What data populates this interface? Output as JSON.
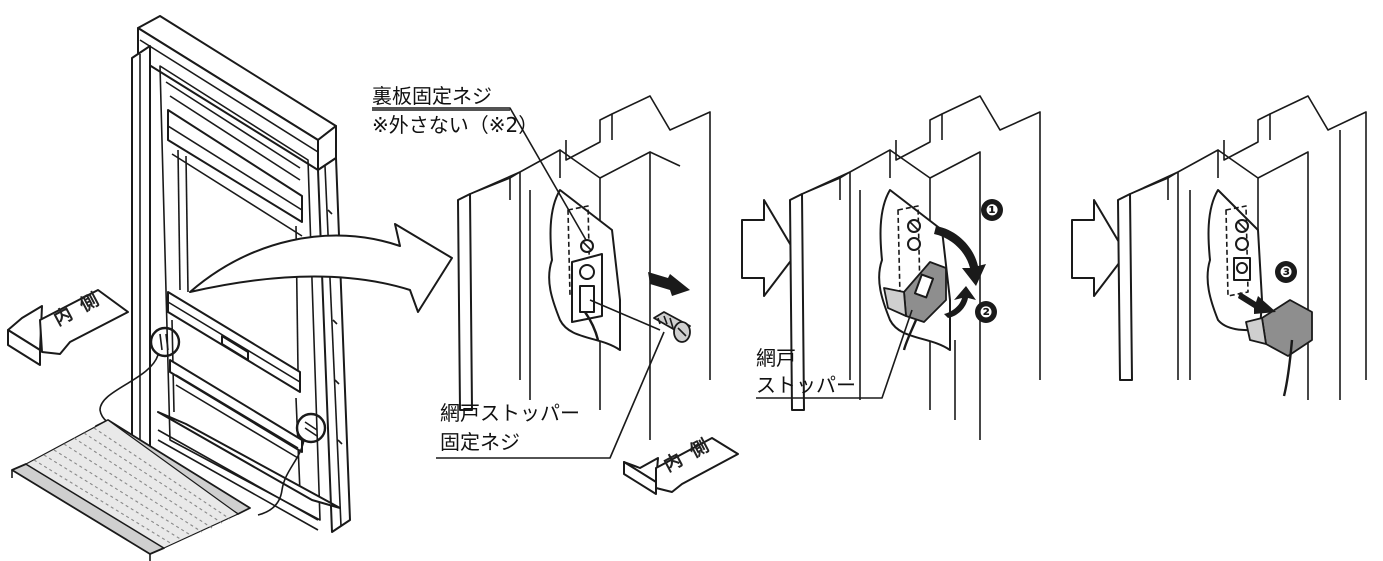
{
  "labels": {
    "back_plate_screw_line1": "裏板固定ネジ",
    "back_plate_screw_line2": "※外さない（※2）",
    "stopper_screw_line1": "網戸ストッパー",
    "stopper_screw_line2": "固定ネジ",
    "stopper_line1": "網戸",
    "stopper_line2": "ストッパー",
    "indoor_side_char1": "内",
    "indoor_side_char2": "側"
  },
  "steps": [
    "❶",
    "❷",
    "❸"
  ],
  "colors": {
    "line": "#1a1a1a",
    "part_gray": "#8e8e8e",
    "light_gray": "#cfcfcf"
  }
}
